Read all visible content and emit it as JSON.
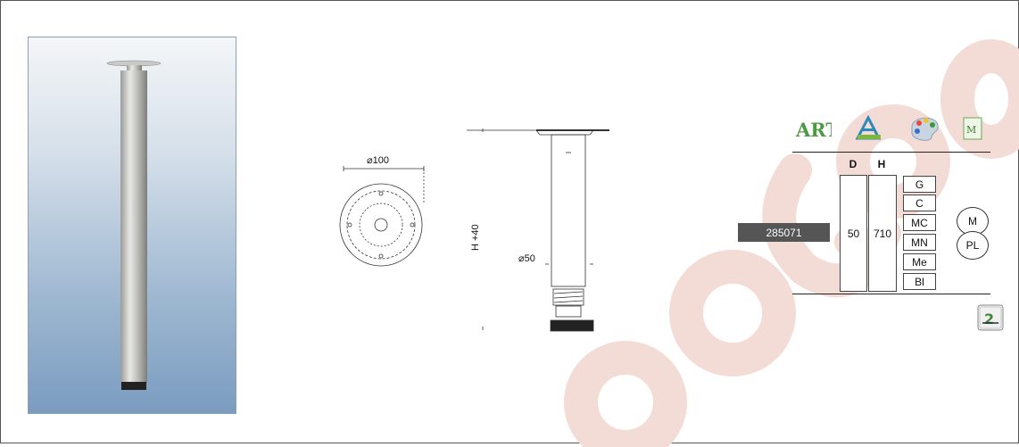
{
  "colors": {
    "watermark": "#f4dcd6",
    "code_bg": "#555555"
  },
  "drawing": {
    "diameter_label": "⌀100",
    "height_label": "H +40",
    "tube_label": "⌀50"
  },
  "icons": [
    "art-logo-icon",
    "triangle-logo-icon",
    "palette-icon",
    "manual-icon",
    "next-page-icon"
  ],
  "table": {
    "headers": {
      "d": "D",
      "h": "H"
    },
    "code": "285071",
    "d_value": "50",
    "h_value": "710",
    "finishes": [
      "G",
      "C",
      "MC",
      "MN",
      "Me",
      "Bl"
    ],
    "materials": [
      "M",
      "PL"
    ]
  }
}
